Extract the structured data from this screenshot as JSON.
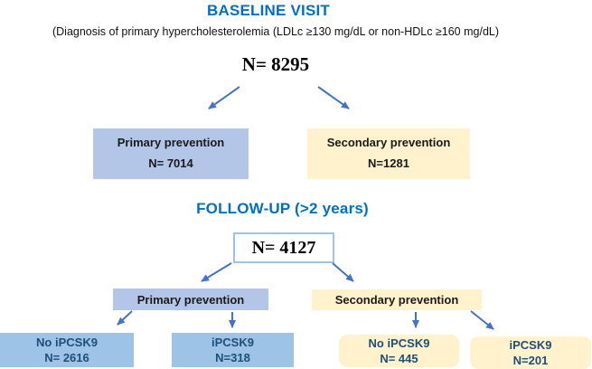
{
  "colors": {
    "title_blue": "#0070C0",
    "arrow_blue": "#4472C4",
    "periwinkle": "#B4C6E7",
    "cream": "#FFF2CC",
    "sky_blue": "#9DC3E6",
    "navy_text": "#1F4E79"
  },
  "baseline": {
    "title": "BASELINE VISIT",
    "subtitle": "(Diagnosis of primary hypercholesterolemia (LDLc ≥130 mg/dL or non-HDLc ≥160 mg/dL)",
    "total": "N= 8295",
    "primary": {
      "label": "Primary prevention",
      "n": "N= 7014"
    },
    "secondary": {
      "label": "Secondary prevention",
      "n": "N=1281"
    }
  },
  "followup": {
    "title": "FOLLOW-UP (>2 years)",
    "total": "N= 4127",
    "primary_bar": {
      "label": "Primary prevention"
    },
    "secondary_bar": {
      "label": "Secondary prevention"
    },
    "groups": [
      {
        "label": "No iPCSK9",
        "n": "N= 2616"
      },
      {
        "label": "iPCSK9",
        "n": "N=318"
      },
      {
        "label": "No iPCSK9",
        "n": "N= 445"
      },
      {
        "label": "iPCSK9",
        "n": "N=201"
      }
    ]
  }
}
